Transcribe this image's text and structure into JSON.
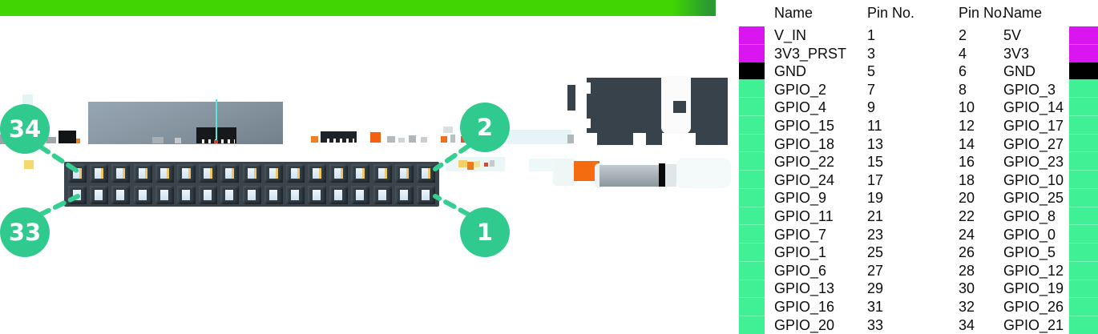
{
  "diagram": {
    "callouts": [
      "34",
      "33",
      "2",
      "1"
    ]
  },
  "board": {
    "pins_per_row": 17,
    "total_pins": 34,
    "pcb_color": "#40d503",
    "callout_color": "#31ca8e"
  },
  "pinout": {
    "headers": [
      "Name",
      "Pin No.",
      "Pin No.",
      "Name"
    ],
    "category_colors": {
      "power": "#d916ef",
      "ground": "#000000",
      "gpio": "#3ff095"
    },
    "rows": [
      {
        "left_name": "V_IN",
        "left_pin": "1",
        "right_pin": "2",
        "right_name": "5V",
        "category": "power"
      },
      {
        "left_name": "3V3_PRST",
        "left_pin": "3",
        "right_pin": "4",
        "right_name": "3V3",
        "category": "power"
      },
      {
        "left_name": "GND",
        "left_pin": "5",
        "right_pin": "6",
        "right_name": "GND",
        "category": "ground"
      },
      {
        "left_name": "GPIO_2",
        "left_pin": "7",
        "right_pin": "8",
        "right_name": "GPIO_3",
        "category": "gpio"
      },
      {
        "left_name": "GPIO_4",
        "left_pin": "9",
        "right_pin": "10",
        "right_name": "GPIO_14",
        "category": "gpio"
      },
      {
        "left_name": "GPIO_15",
        "left_pin": "11",
        "right_pin": "12",
        "right_name": "GPIO_17",
        "category": "gpio"
      },
      {
        "left_name": "GPIO_18",
        "left_pin": "13",
        "right_pin": "14",
        "right_name": "GPIO_27",
        "category": "gpio"
      },
      {
        "left_name": "GPIO_22",
        "left_pin": "15",
        "right_pin": "16",
        "right_name": "GPIO_23",
        "category": "gpio"
      },
      {
        "left_name": "GPIO_24",
        "left_pin": "17",
        "right_pin": "18",
        "right_name": "GPIO_10",
        "category": "gpio"
      },
      {
        "left_name": "GPIO_9",
        "left_pin": "19",
        "right_pin": "20",
        "right_name": "GPIO_25",
        "category": "gpio"
      },
      {
        "left_name": "GPIO_11",
        "left_pin": "21",
        "right_pin": "22",
        "right_name": "GPIO_8",
        "category": "gpio"
      },
      {
        "left_name": "GPIO_7",
        "left_pin": "23",
        "right_pin": "24",
        "right_name": "GPIO_0",
        "category": "gpio"
      },
      {
        "left_name": "GPIO_1",
        "left_pin": "25",
        "right_pin": "26",
        "right_name": "GPIO_5",
        "category": "gpio"
      },
      {
        "left_name": "GPIO_6",
        "left_pin": "27",
        "right_pin": "28",
        "right_name": "GPIO_12",
        "category": "gpio"
      },
      {
        "left_name": "GPIO_13",
        "left_pin": "29",
        "right_pin": "30",
        "right_name": "GPIO_19",
        "category": "gpio"
      },
      {
        "left_name": "GPIO_16",
        "left_pin": "31",
        "right_pin": "32",
        "right_name": "GPIO_26",
        "category": "gpio"
      },
      {
        "left_name": "GPIO_20",
        "left_pin": "33",
        "right_pin": "34",
        "right_name": "GPIO_21",
        "category": "gpio"
      }
    ]
  }
}
